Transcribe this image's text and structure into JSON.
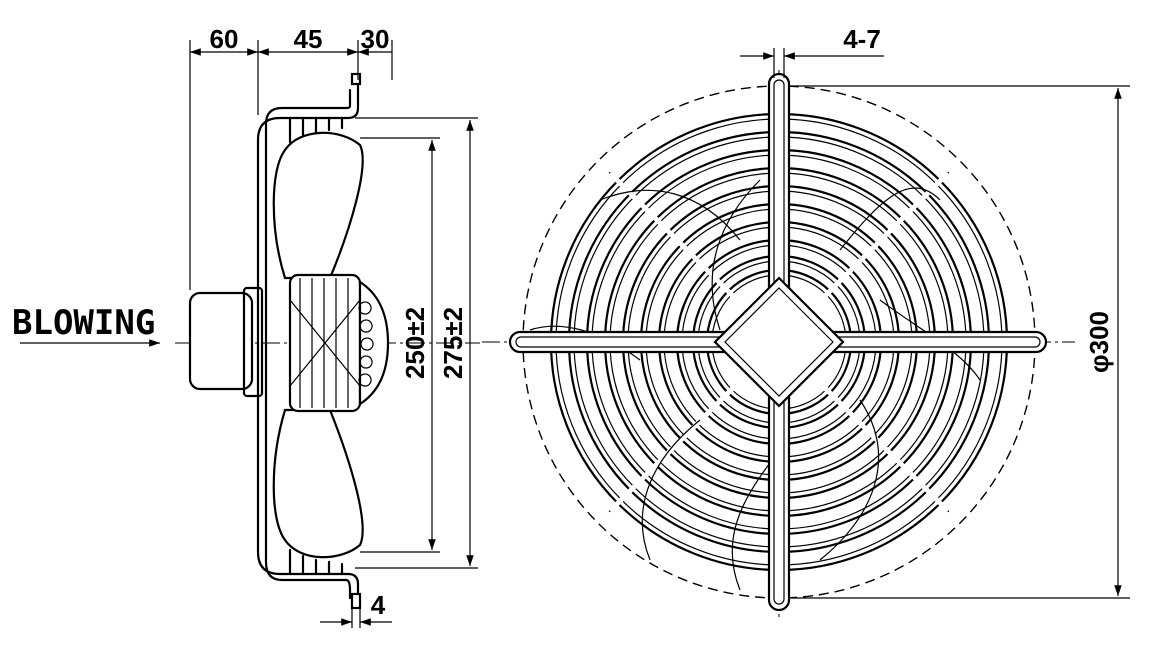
{
  "side_view": {
    "label_blowing": "BLOWING",
    "dim_motor_depth": "60",
    "dim_blade_depth": "45",
    "dim_guard_depth": "30",
    "dim_blade_diameter": "250±2",
    "dim_guard_inner": "275±2",
    "dim_flange_thickness": "4"
  },
  "front_view": {
    "dim_mounting_holes": "4-7",
    "dim_outer_diameter": "φ300"
  }
}
